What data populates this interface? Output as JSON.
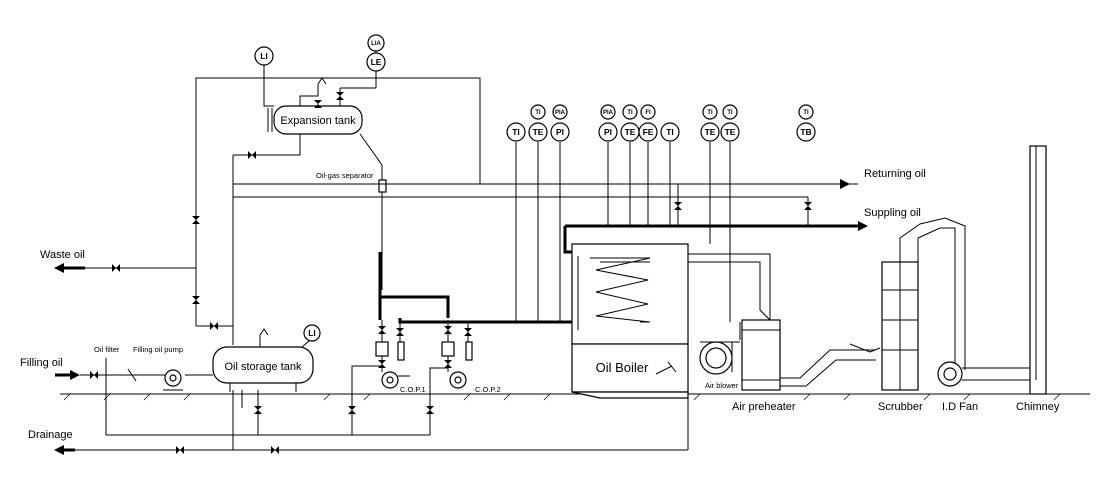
{
  "labels": {
    "expansion_tank": "Expansion tank",
    "oil_gas_separator": "Oil-gas separator",
    "returning_oil": "Returning oil",
    "suppling_oil": "Suppling oil",
    "waste_oil": "Waste oil",
    "filling_oil": "Filling oil",
    "oil_filter": "Oil filter",
    "filling_oil_pump": "Filling oil pump",
    "oil_storage_tank": "Oil storage tank",
    "cop1": "C.O.P.1",
    "cop2": "C.O.P.2",
    "oil_boiler": "Oil Boiler",
    "air_blower": "Air blower",
    "air_preheater": "Air preheater",
    "scrubber": "Scrubber",
    "id_fan": "I.D Fan",
    "chimney": "Chimney",
    "drainage": "Drainage"
  },
  "instruments": {
    "li_top": "LI",
    "lia": "LIA",
    "le": "LE",
    "li_storage": "LI",
    "ti1": "TI",
    "ti_top1": "TI",
    "te1": "TE",
    "pia1": "PIA",
    "pi1": "PI",
    "pia2": "PIA",
    "pi2": "PI",
    "ti_top2": "TI",
    "te2": "TE",
    "fi": "FI",
    "fe": "FE",
    "ti2": "TI",
    "ti_top3": "TI",
    "te3": "TE",
    "ti_top4": "TI",
    "te4": "TE",
    "ti_top5": "TI",
    "tb": "TB"
  }
}
